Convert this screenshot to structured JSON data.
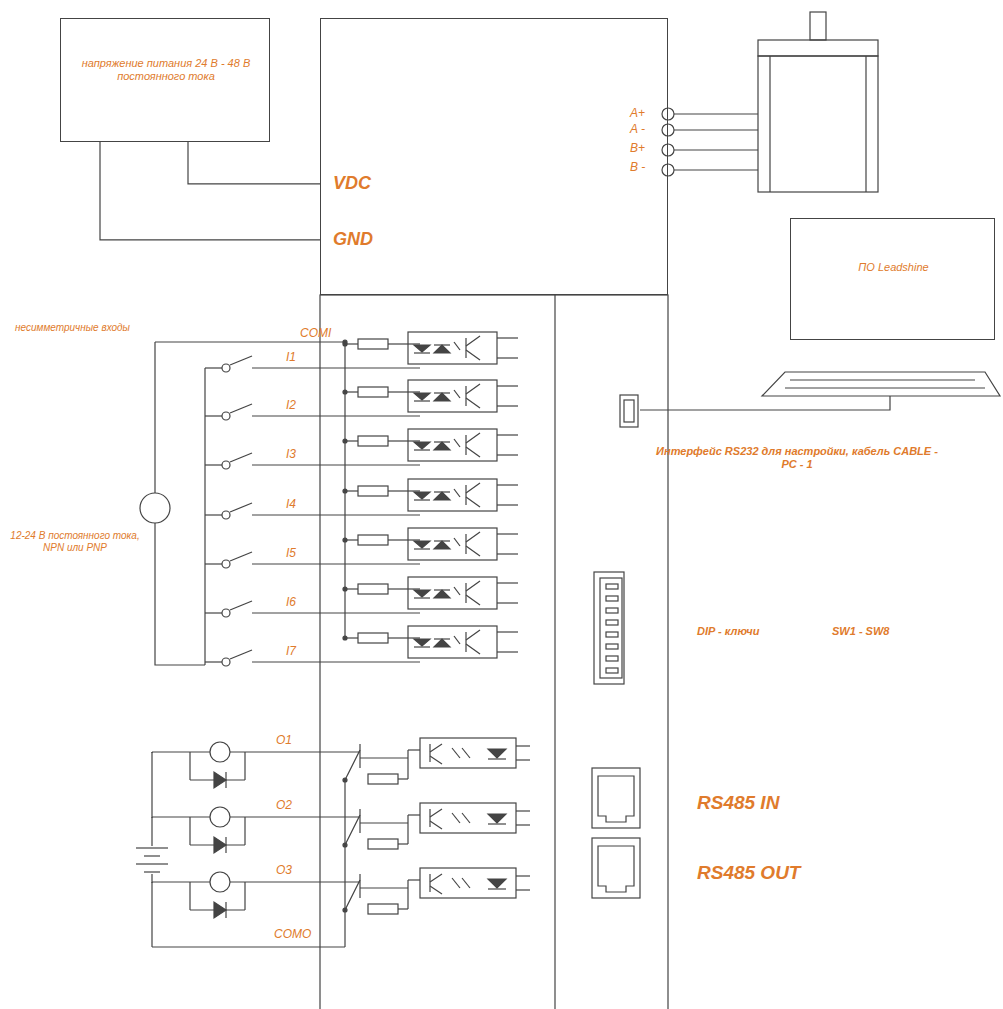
{
  "diagram": {
    "nodes": [
      {
        "text": [
          "напряжение питания 24 В - 48 В постоянного тока"
        ]
      },
      {
        "text": [
          "VDC",
          "GND"
        ]
      },
      {
        "text": [
          "ПО Leadshine"
        ]
      }
    ],
    "edges": [
      {
        "from": 0,
        "to": 1,
        "arrow": "none"
      },
      {
        "from": 0,
        "to": 1,
        "arrow": "none"
      }
    ],
    "labels": [
      "A+",
      "A -",
      "B+",
      "B -",
      "несимметричные входы",
      "COMI",
      "I1",
      "I2",
      "I3",
      "I4",
      "I5",
      "I6",
      "I7",
      "12-24 В постоянного тока, NPN или PNP",
      "O1",
      "O2",
      "O3",
      "COMO",
      "Интерфейс RS232 для настройки, кабель CABLE - PC - 1",
      "DIP - ключи",
      "SW1 - SW8",
      "RS485 IN",
      "RS485 OUT"
    ]
  }
}
